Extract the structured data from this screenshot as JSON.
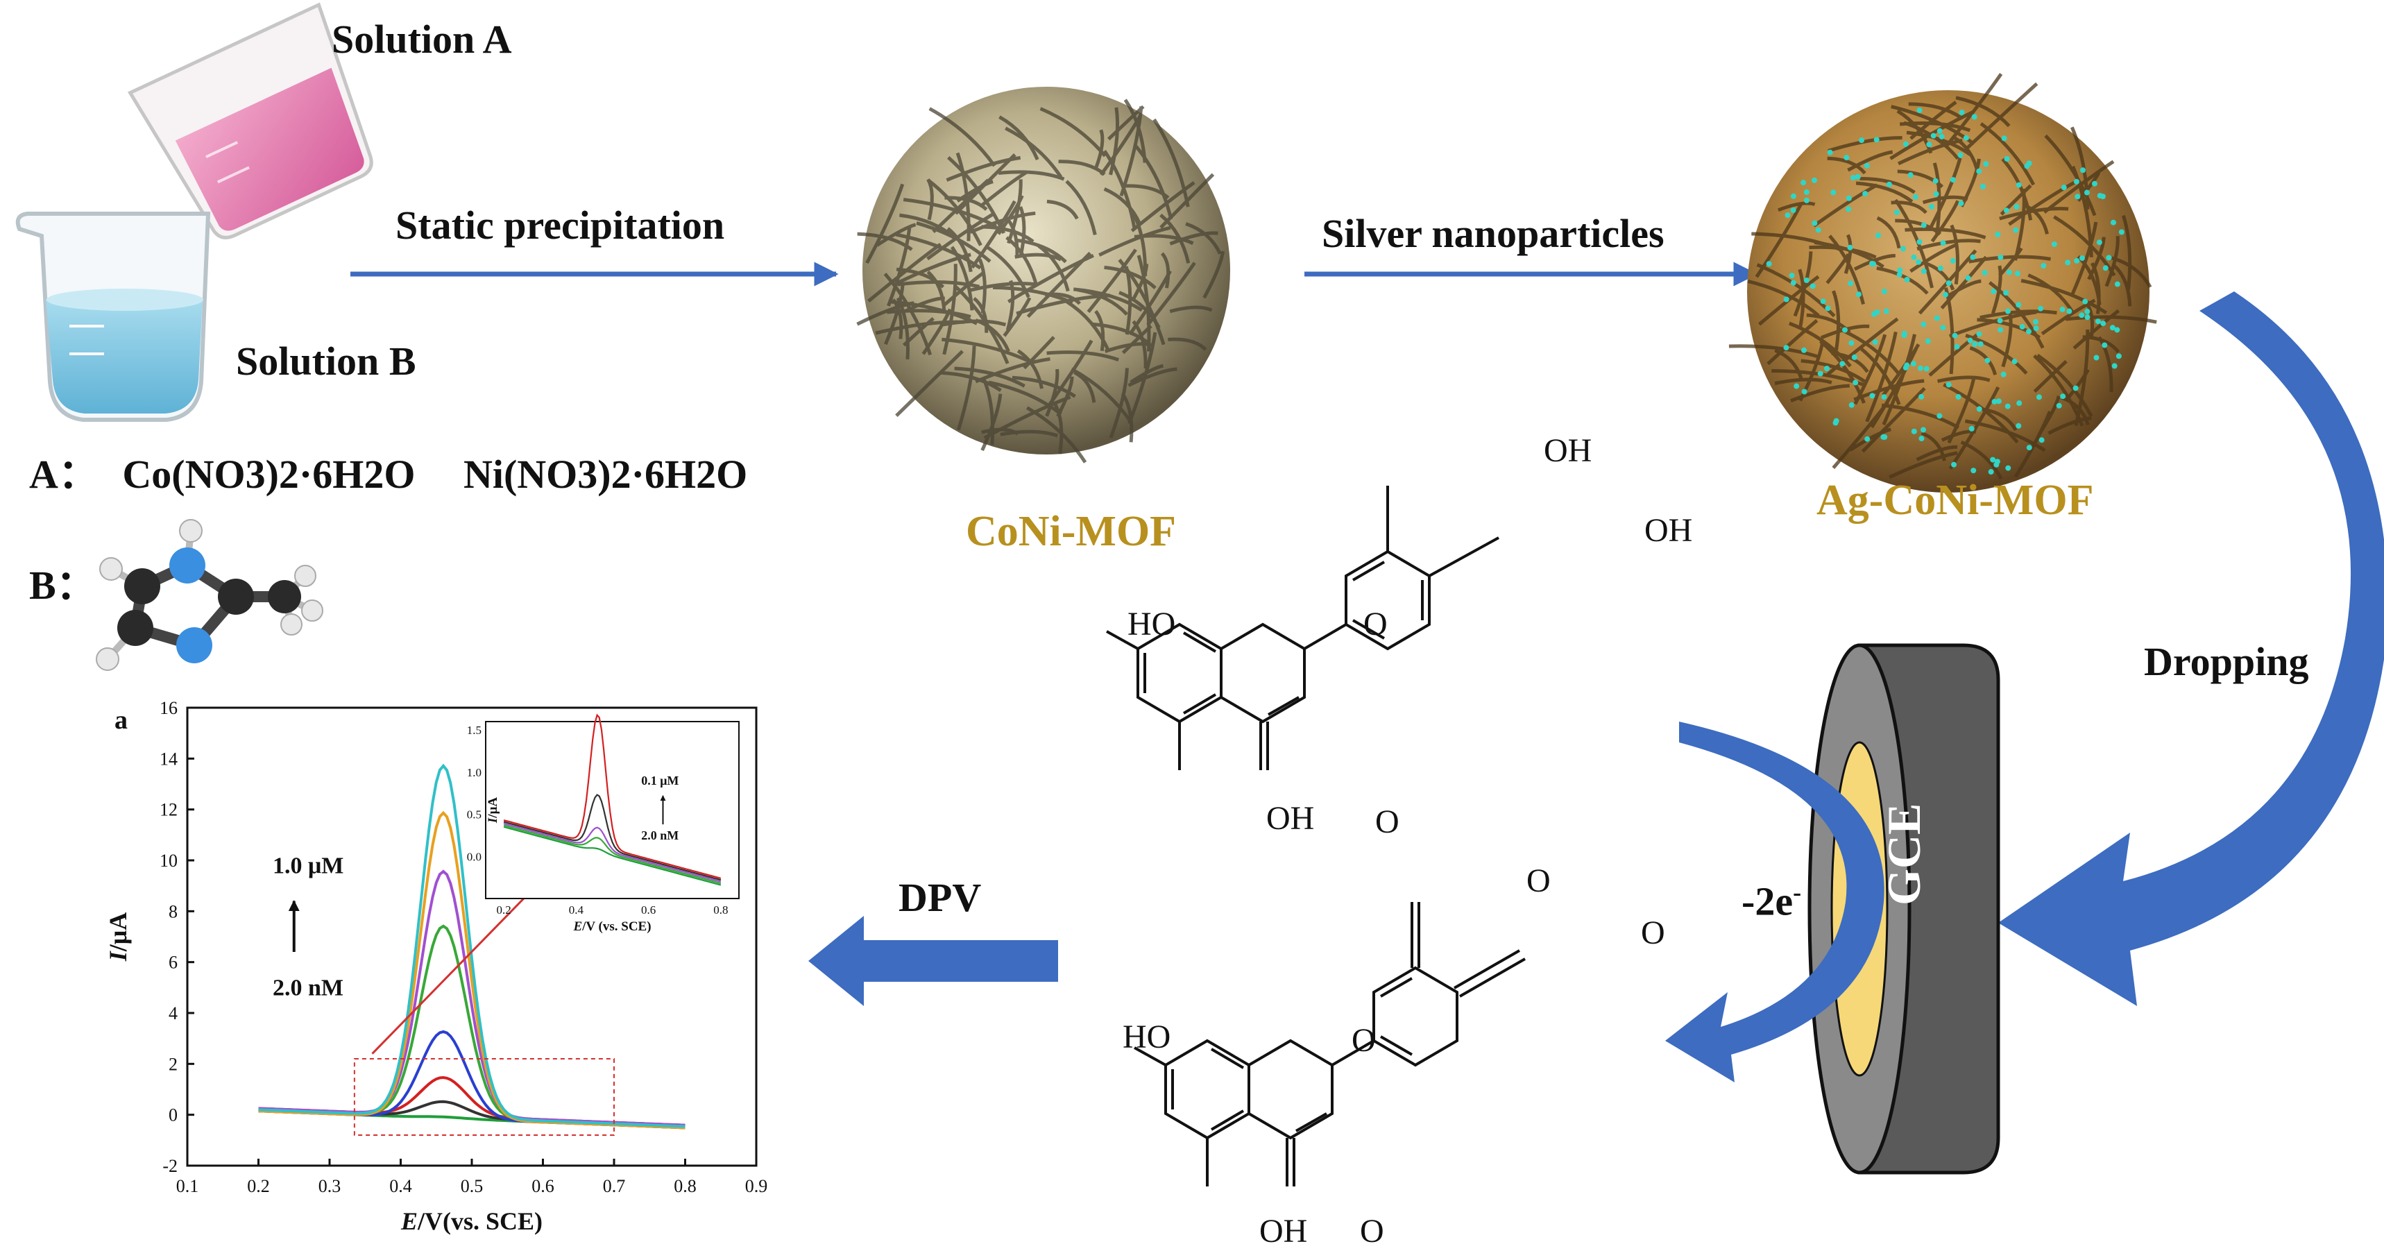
{
  "labels": {
    "solution_a": "Solution A",
    "solution_b": "Solution B",
    "static_precipitation": "Static precipitation",
    "silver_nanoparticles": "Silver nanoparticles",
    "coni_mof": "CoNi-MOF",
    "ag_coni_mof": "Ag-CoNi-MOF",
    "dropping": "Dropping",
    "dpv": "DPV",
    "gce": "GCE",
    "minus_2e": "-2e",
    "minus_2e_sup": "-",
    "a_prefix": "A：",
    "b_prefix": "B：",
    "a_formula_1": "Co(NO3)2·6H2O",
    "a_formula_2": "Ni(NO3)2·6H2O"
  },
  "molecule_labels": {
    "oh_top1": "OH",
    "oh_right1": "OH",
    "ho_left1": "HO",
    "oh_bottom1": "OH",
    "o_ring1": "O",
    "o_keto1": "O",
    "o_q1": "O",
    "o_q2": "O",
    "ho_left2": "HO",
    "oh_bottom2": "OH",
    "o_ring2": "O",
    "o_keto2": "O"
  },
  "colors": {
    "arrow_blue": "#3d6cc0",
    "gold_text": "#b8901e",
    "gce_body": "#585858",
    "gce_disc": "#f6d878",
    "beaker_liquid": "#7cc8e0",
    "beaker_pink": "#e36aa4"
  },
  "chart_data": {
    "type": "line",
    "panel_label": "a",
    "xlabel_italic": "E",
    "xlabel": "/V(vs. SCE)",
    "ylabel_italic": "I",
    "ylabel": "/μA",
    "xlim": [
      0.1,
      0.9
    ],
    "ylim": [
      -2,
      16
    ],
    "xticks": [
      "0.1",
      "0.2",
      "0.3",
      "0.4",
      "0.5",
      "0.6",
      "0.7",
      "0.8",
      "0.9"
    ],
    "yticks": [
      "-2",
      "0",
      "2",
      "4",
      "6",
      "8",
      "10",
      "12",
      "14",
      "16"
    ],
    "annotation_top": "1.0 μM",
    "annotation_bottom": "2.0 nM",
    "peak_x": 0.46,
    "series": [
      {
        "color": "#1f9e3a",
        "peak": 0.05
      },
      {
        "color": "#333333",
        "peak": 0.6
      },
      {
        "color": "#d42020",
        "peak": 1.5
      },
      {
        "color": "#2a3fd0",
        "peak": 3.4
      },
      {
        "color": "#38a838",
        "peak": 7.5
      },
      {
        "color": "#a050d0",
        "peak": 9.6
      },
      {
        "color": "#e8a020",
        "peak": 12.0
      },
      {
        "color": "#30c0c8",
        "peak": 13.8
      }
    ],
    "inset": {
      "xlim": [
        0.15,
        0.85
      ],
      "ylim": [
        -0.5,
        1.6
      ],
      "xticks": [
        "0.2",
        "0.4",
        "0.6",
        "0.8"
      ],
      "yticks": [
        "0.0",
        "0.5",
        "1.0",
        "1.5"
      ],
      "xlabel_italic": "E",
      "xlabel": "/V (vs. SCE)",
      "ylabel_italic": "I",
      "ylabel": "/μA",
      "annotation_top": "0.1 μM",
      "annotation_bottom": "2.0 nM",
      "series": [
        {
          "color": "#1f9e3a",
          "peak": 0.04
        },
        {
          "color": "#38a838",
          "peak": 0.15
        },
        {
          "color": "#a050d0",
          "peak": 0.25
        },
        {
          "color": "#333333",
          "peak": 0.62
        },
        {
          "color": "#d42020",
          "peak": 1.55
        }
      ]
    }
  }
}
